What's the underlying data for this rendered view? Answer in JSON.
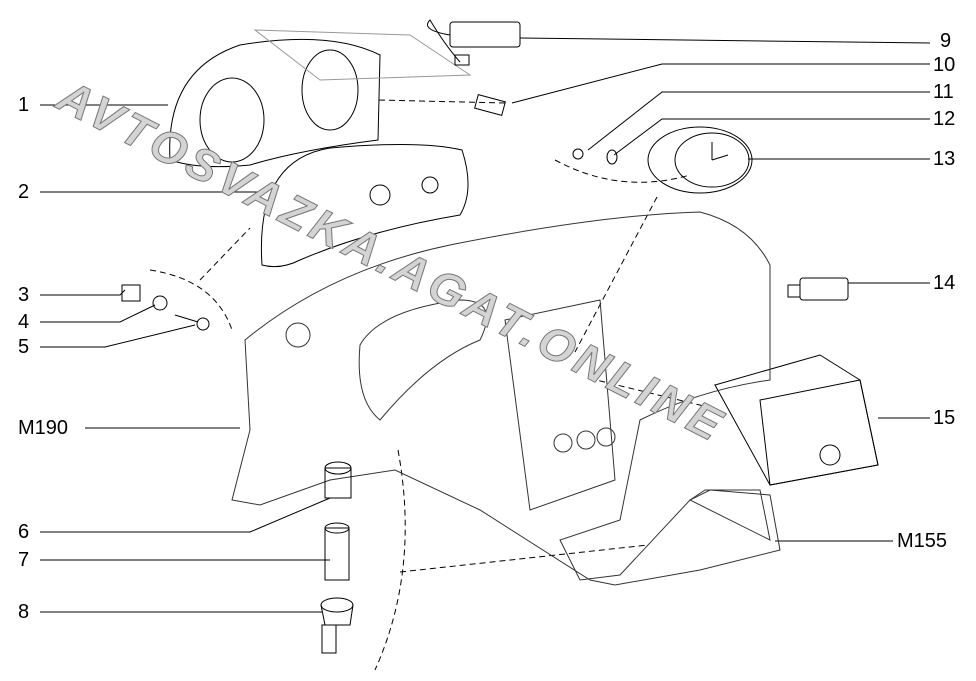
{
  "diagram": {
    "callouts": [
      {
        "id": "1"
      },
      {
        "id": "2"
      },
      {
        "id": "3"
      },
      {
        "id": "4"
      },
      {
        "id": "5"
      },
      {
        "id": "M190"
      },
      {
        "id": "6"
      },
      {
        "id": "7"
      },
      {
        "id": "8"
      },
      {
        "id": "9"
      },
      {
        "id": "10"
      },
      {
        "id": "11"
      },
      {
        "id": "12"
      },
      {
        "id": "13"
      },
      {
        "id": "14"
      },
      {
        "id": "15"
      },
      {
        "id": "M155"
      }
    ],
    "watermark": "AVTOSVAZKA.AGAT.ONLINE"
  }
}
